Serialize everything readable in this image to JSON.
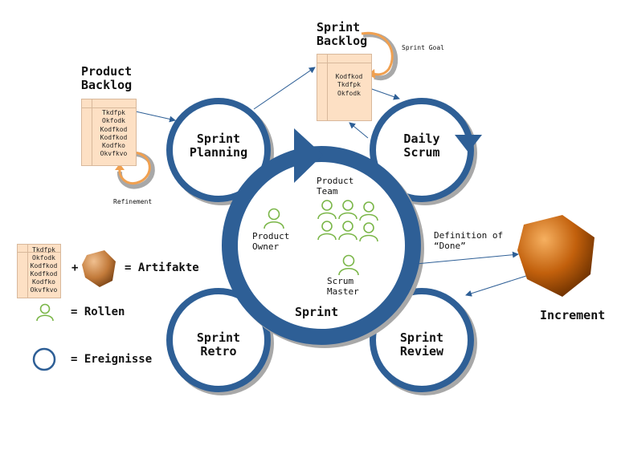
{
  "events": {
    "sprint_planning": "Sprint\nPlanning",
    "daily_scrum": "Daily\nScrum",
    "sprint": "Sprint",
    "sprint_retro": "Sprint\nRetro",
    "sprint_review": "Sprint\nReview"
  },
  "artifacts": {
    "product_backlog_title": "Product\nBacklog",
    "product_backlog_items": [
      "Tkdfpk",
      "Okfodk",
      "Kodfkod",
      "Kodfkod",
      "Kodfko",
      "Okvfkvo"
    ],
    "sprint_backlog_title": "Sprint\nBacklog",
    "sprint_backlog_items": [
      "Kodfkod",
      "Tkdfpk",
      "Okfodk"
    ],
    "increment": "Increment"
  },
  "annotations": {
    "refinement": "Refinement",
    "sprint_goal": "Sprint Goal",
    "definition_of_done": "Definition of\n“Done”"
  },
  "roles": {
    "product_owner": "Product\nOwner",
    "product_team": "Product\nTeam",
    "scrum_master": "Scrum\nMaster"
  },
  "legend": {
    "plus": "+",
    "artifacts": "= Artifakte",
    "roles": "= Rollen",
    "events": "= Ereignisse",
    "backlog_items": [
      "Tkdfpk",
      "Okfodk",
      "Kodfkod",
      "Kodfkod",
      "Kodfko",
      "Okvfkvo"
    ]
  },
  "colors": {
    "event_blue": "#2e5f96",
    "role_green": "#7ab648",
    "backlog_fill": "#fde0c4",
    "increment_orange": "#c25e0a",
    "arrow_orange": "#f0a050"
  },
  "icons": {
    "role": "person-outline-icon",
    "artifact": "cube-icon",
    "event": "circle-icon"
  }
}
